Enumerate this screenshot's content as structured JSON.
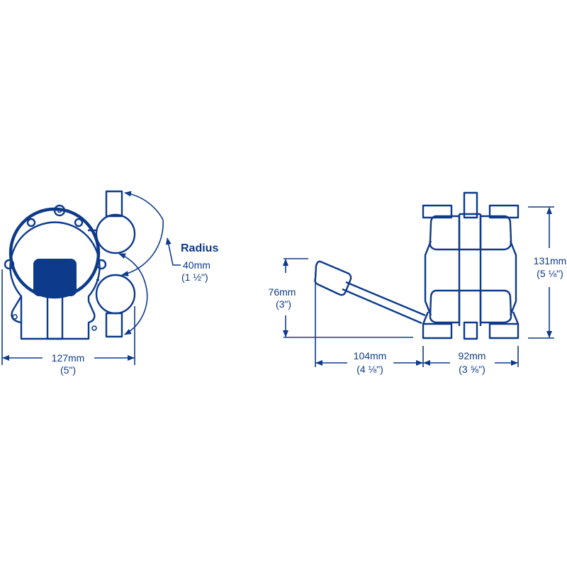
{
  "colors": {
    "ink": "#0d3a8a"
  },
  "front_view": {
    "radius_label": "Radius",
    "radius_mm": "40mm",
    "radius_in": "(1 ½\")",
    "width_mm": "127mm",
    "width_in": "(5\")"
  },
  "side_view": {
    "handle_height_mm": "76mm",
    "handle_height_in": "(3\")",
    "handle_length_mm": "104mm",
    "handle_length_in": "(4 ⅛\")",
    "body_width_mm": "92mm",
    "body_width_in": "(3 ⅝\")",
    "height_mm": "131mm",
    "height_in": "(5 ⅛\")"
  }
}
